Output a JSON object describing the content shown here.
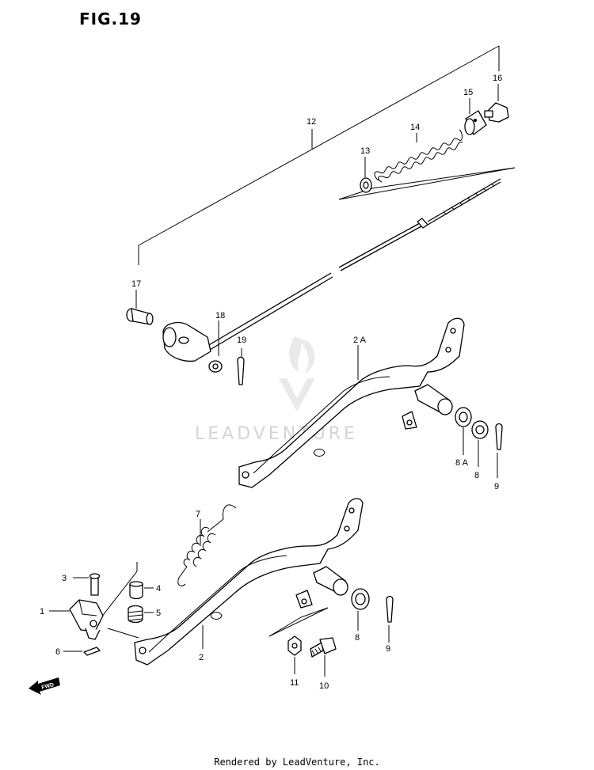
{
  "figure": {
    "title": "FIG.19"
  },
  "watermark": {
    "text": "LEADVENTURE"
  },
  "footer": {
    "text": "Rendered by LeadVenture, Inc."
  },
  "fwd_label": "FWD",
  "parts": {
    "p1": "1",
    "p2": "2",
    "p2a": "2 A",
    "p3": "3",
    "p4": "4",
    "p5": "5",
    "p6": "6",
    "p7": "7",
    "p8a": "8 A",
    "p8b": "8",
    "p8c": "8",
    "p9a": "9",
    "p9b": "9",
    "p10": "10",
    "p11": "11",
    "p12": "12",
    "p13": "13",
    "p14": "14",
    "p15": "15",
    "p16": "16",
    "p17": "17",
    "p18": "18",
    "p19": "19"
  }
}
